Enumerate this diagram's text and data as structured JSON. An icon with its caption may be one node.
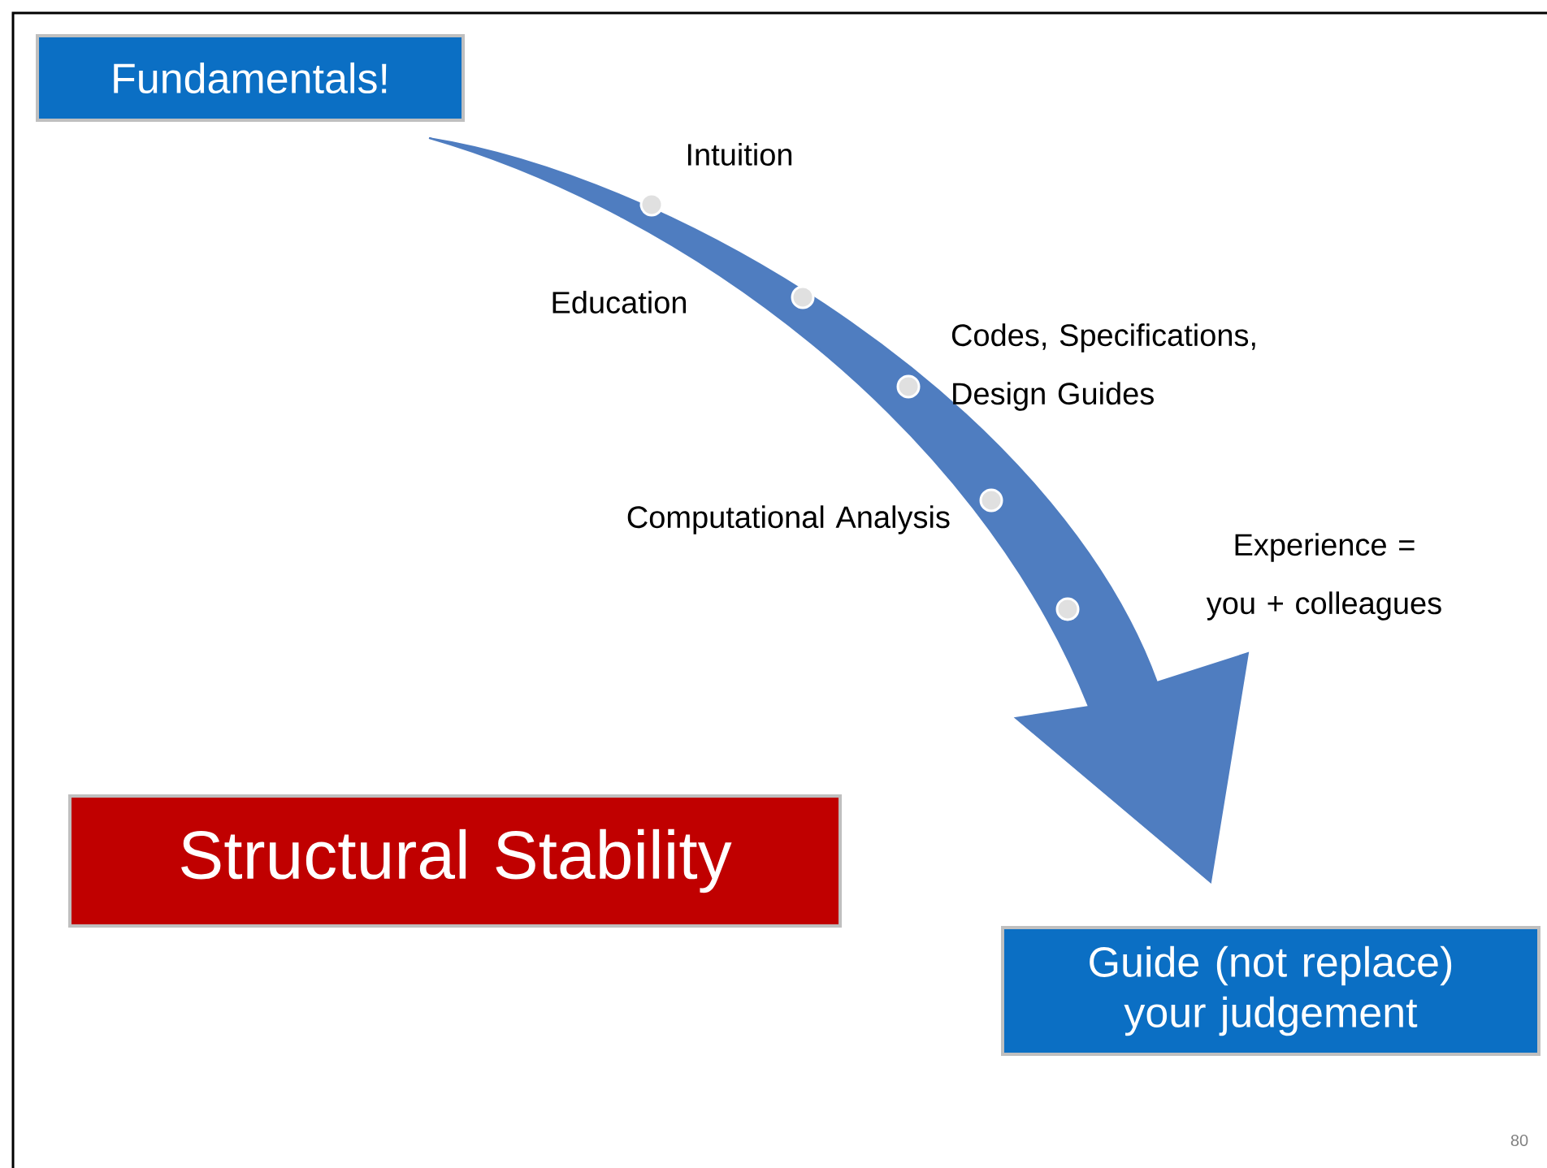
{
  "diagram": {
    "nodes": [
      {
        "text": [
          "Fundamentals!"
        ]
      },
      {
        "text": [
          "Structural Stability"
        ]
      },
      {
        "text": [
          "Guide (not replace) your judgement"
        ]
      }
    ],
    "edges": [
      {
        "from": 0,
        "to": 2,
        "arrow": "to",
        "style": "thick"
      }
    ],
    "labels": [
      "Intuition",
      "Education",
      "Codes, Specifications, Design Guides",
      "Computational Analysis",
      "Experience = you + colleagues",
      "80"
    ]
  }
}
